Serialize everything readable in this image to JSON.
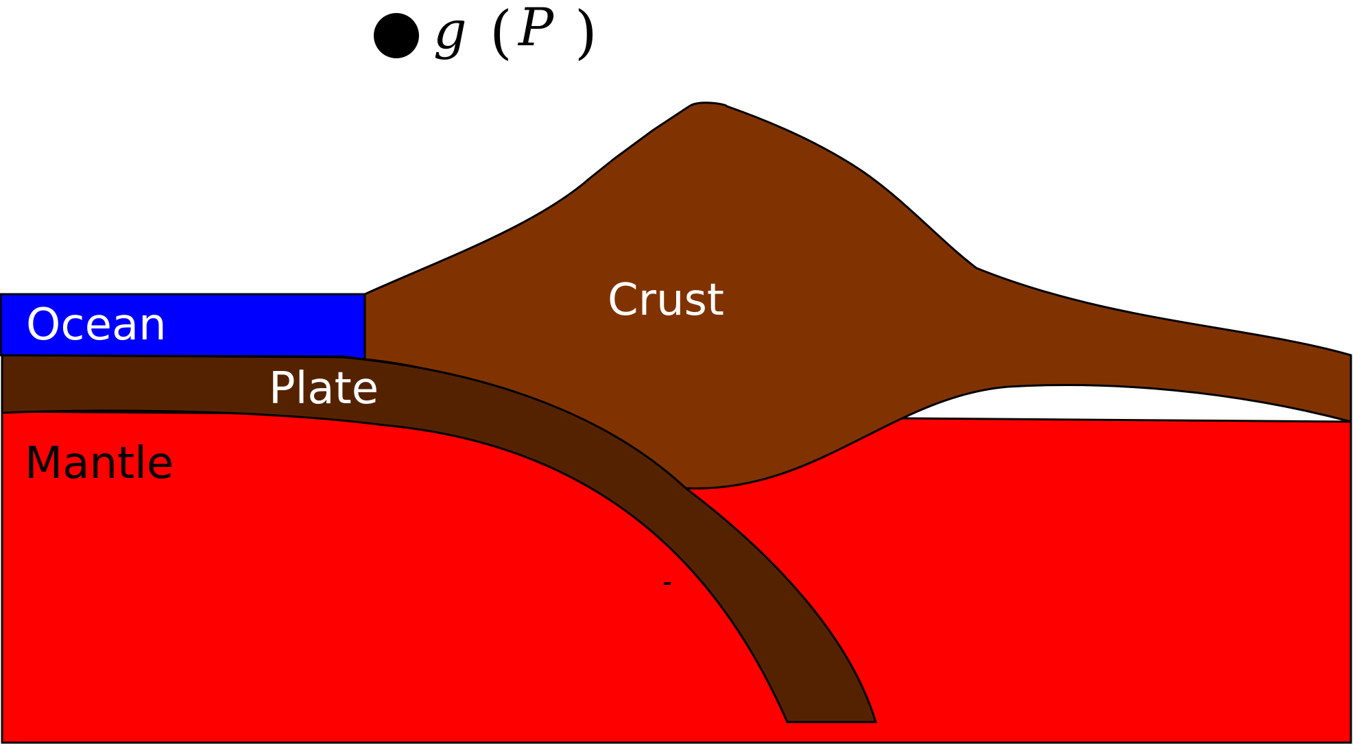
{
  "colors": {
    "ocean": "#0000ff",
    "crust": "#803300",
    "plate": "#552200",
    "mantle": "#ff0000",
    "outline": "#000000",
    "label_light": "#ffffff",
    "label_dark": "#000000"
  },
  "regions": {
    "ocean": {
      "label": "Ocean"
    },
    "crust": {
      "label": "Crust"
    },
    "plate": {
      "label": "Plate"
    },
    "mantle": {
      "label": "Mantle"
    }
  },
  "legend": {
    "marker_icon": "filled-circle-icon",
    "func": "g",
    "open_paren": "(",
    "arg": "P",
    "close_paren": ")"
  }
}
